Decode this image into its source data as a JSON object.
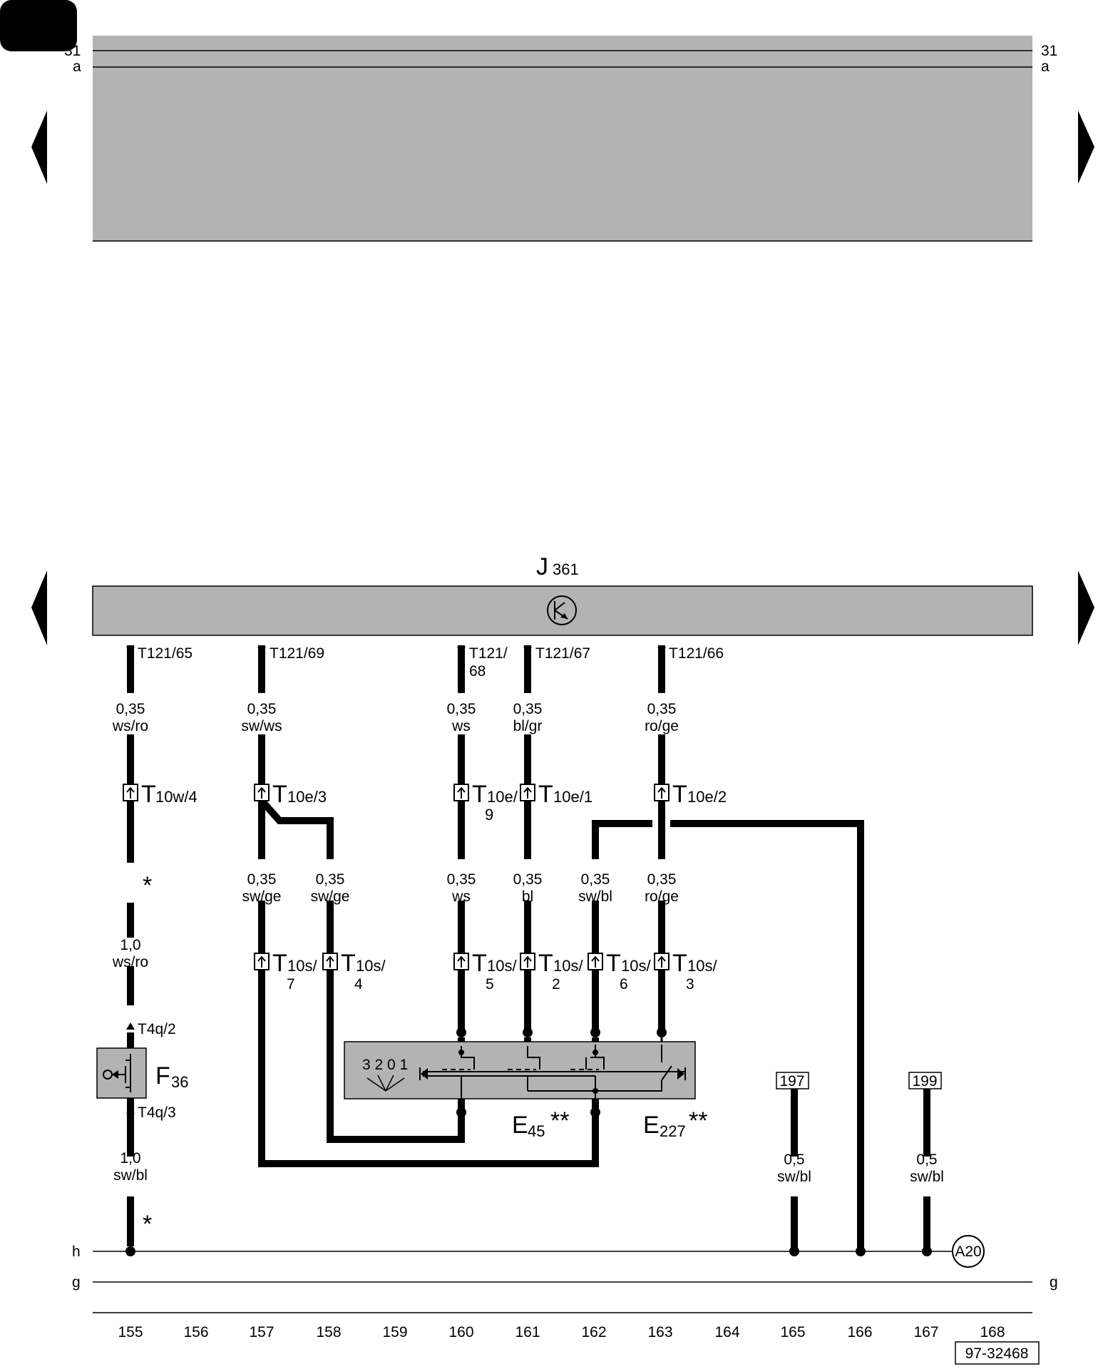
{
  "corner_tab": "",
  "top_rail": {
    "rail_31_left": "31",
    "rail_31_right": "31",
    "rail_a_left": "a",
    "rail_a_right": "a"
  },
  "component_j": {
    "letter": "J",
    "number": "361"
  },
  "pins": [
    {
      "label": "T121/65",
      "col": "155"
    },
    {
      "label": "T121/69",
      "col": "157"
    },
    {
      "label": "T121/",
      "label2": "68",
      "col": "160"
    },
    {
      "label": "T121/67",
      "col": "161"
    },
    {
      "label": "T121/66",
      "col": "163"
    }
  ],
  "wires_upper": [
    {
      "size": "0,35",
      "color": "ws/ro",
      "col": "155"
    },
    {
      "size": "0,35",
      "color": "sw/ws",
      "col": "157"
    },
    {
      "size": "0,35",
      "color": "ws",
      "col": "160"
    },
    {
      "size": "0,35",
      "color": "bl/gr",
      "col": "161"
    },
    {
      "size": "0,35",
      "color": "ro/ge",
      "col": "163"
    }
  ],
  "connectors_10": [
    {
      "prefix": "T",
      "rest": "10w/4",
      "col": "155"
    },
    {
      "prefix": "T",
      "rest": "10e/3",
      "col": "157"
    },
    {
      "prefix": "T",
      "rest": "10e/",
      "rest2": "9",
      "col": "160"
    },
    {
      "prefix": "T",
      "rest": "10e/1",
      "col": "161"
    },
    {
      "prefix": "T",
      "rest": "10e/2",
      "col": "163"
    }
  ],
  "wires_mid": [
    {
      "size": "0,35",
      "color": "sw/ge",
      "col": "157"
    },
    {
      "size": "0,35",
      "color": "sw/ge",
      "col": "158"
    },
    {
      "size": "0,35",
      "color": "ws",
      "col": "160"
    },
    {
      "size": "0,35",
      "color": "bl",
      "col": "161"
    },
    {
      "size": "0,35",
      "color": "sw/bl",
      "col": "162"
    },
    {
      "size": "0,35",
      "color": "ro/ge",
      "col": "163"
    }
  ],
  "wire_155_mid": {
    "size": "1,0",
    "color": "ws/ro"
  },
  "connectors_10s": [
    {
      "prefix": "T",
      "rest": "10s/",
      "pin": "7",
      "col": "157"
    },
    {
      "prefix": "T",
      "rest": "10s/",
      "pin": "4",
      "col": "158"
    },
    {
      "prefix": "T",
      "rest": "10s/",
      "pin": "5",
      "col": "160"
    },
    {
      "prefix": "T",
      "rest": "10s/",
      "pin": "2",
      "col": "161"
    },
    {
      "prefix": "T",
      "rest": "10s/",
      "pin": "6",
      "col": "162"
    },
    {
      "prefix": "T",
      "rest": "10s/",
      "pin": "3",
      "col": "163"
    }
  ],
  "switch_f": {
    "letter": "F",
    "number": "36",
    "pin_top": "T4q/2",
    "pin_bottom": "T4q/3"
  },
  "wire_155_low": {
    "size": "1,0",
    "color": "sw/bl"
  },
  "star": "*",
  "switch_e": {
    "positions": "3 2 0 1",
    "e45_letter": "E",
    "e45_number": "45",
    "e45_stars": "**",
    "e227_letter": "E",
    "e227_number": "227",
    "e227_stars": "**"
  },
  "refs": [
    {
      "box": "197",
      "size": "0,5",
      "color": "sw/bl"
    },
    {
      "box": "199",
      "size": "0,5",
      "color": "sw/bl"
    }
  ],
  "ground_circle": "A20",
  "rail_h": "h",
  "rail_g_left": "g",
  "rail_g_right": "g",
  "columns": [
    "155",
    "156",
    "157",
    "158",
    "159",
    "160",
    "161",
    "162",
    "163",
    "164",
    "165",
    "166",
    "167",
    "168"
  ],
  "doc_number": "97-32468"
}
